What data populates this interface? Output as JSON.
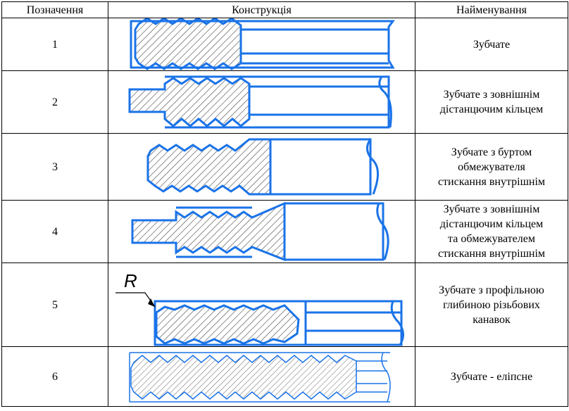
{
  "table": {
    "headers": {
      "designation": "Позначення",
      "construction": "Конструкція",
      "name": "Найменування"
    },
    "rows": [
      {
        "num": "1",
        "name_lines": [
          "Зубчате"
        ]
      },
      {
        "num": "2",
        "name_lines": [
          "Зубчате з зовнішнім",
          "дістанцючим кільцем"
        ]
      },
      {
        "num": "3",
        "name_lines": [
          "Зубчате з буртом",
          "обмежувателя",
          "стискання внутрішнім"
        ]
      },
      {
        "num": "4",
        "name_lines": [
          "Зубчате з зовнішнім",
          "дістанцючим кільцем",
          "та обмежувателем",
          "стискання внутрішнім"
        ]
      },
      {
        "num": "5",
        "name_lines": [
          "Зубчате з профільною",
          "глибиною різьбових",
          "канавок"
        ]
      },
      {
        "num": "6",
        "name_lines": [
          "Зубчате - еліпсне"
        ]
      }
    ],
    "row5_label": "R"
  },
  "colors": {
    "outline": "#1a73e8",
    "hatch": "#444444",
    "border": "#000000"
  }
}
